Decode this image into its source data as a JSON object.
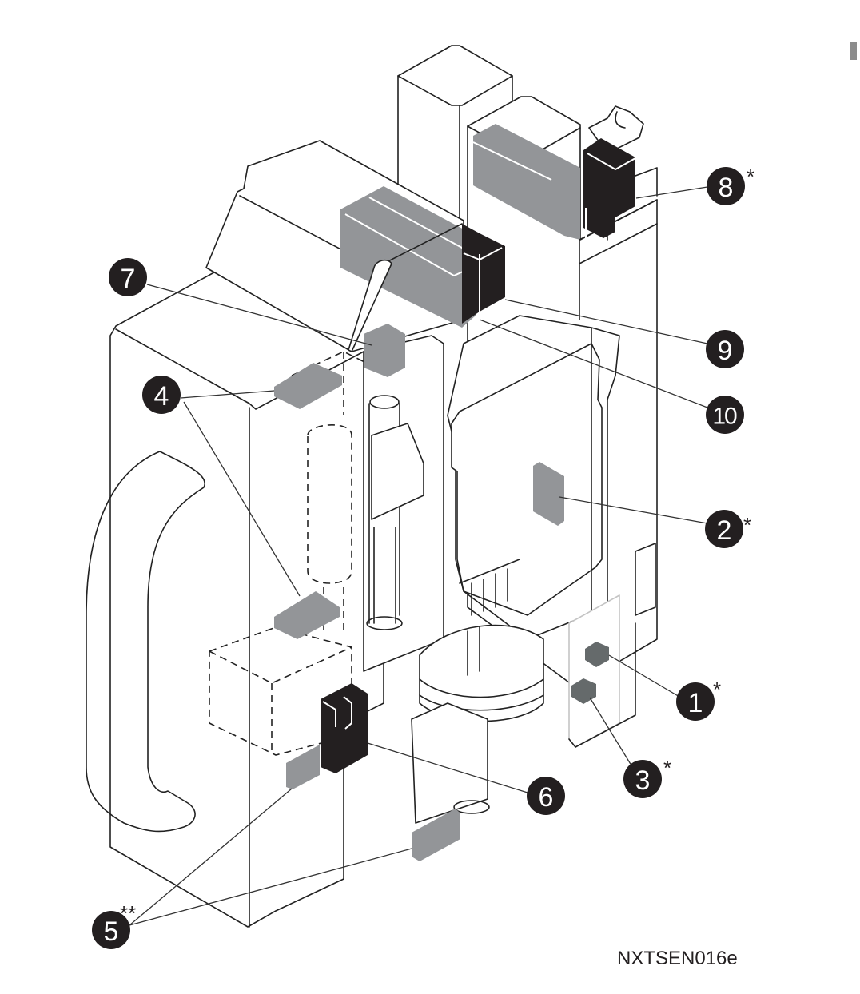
{
  "figure": {
    "id_label": "NXTSEN016e",
    "subject": "Sensor locations on module (isometric line drawing)",
    "colors": {
      "line": "#222222",
      "sensor_gray": "#939598",
      "sensor_dark": "#231f20",
      "hex_sensor": "#656a6b",
      "callout_fill": "#231f20",
      "callout_text": "#ffffff",
      "pcb_outline": "#c4c4c4"
    }
  },
  "callouts": [
    {
      "number": "1",
      "mark": "*"
    },
    {
      "number": "2",
      "mark": "*"
    },
    {
      "number": "3",
      "mark": "*"
    },
    {
      "number": "4",
      "mark": ""
    },
    {
      "number": "5",
      "mark": "**"
    },
    {
      "number": "6",
      "mark": ""
    },
    {
      "number": "7",
      "mark": ""
    },
    {
      "number": "8",
      "mark": "*"
    },
    {
      "number": "9",
      "mark": ""
    },
    {
      "number": "10",
      "mark": ""
    }
  ]
}
